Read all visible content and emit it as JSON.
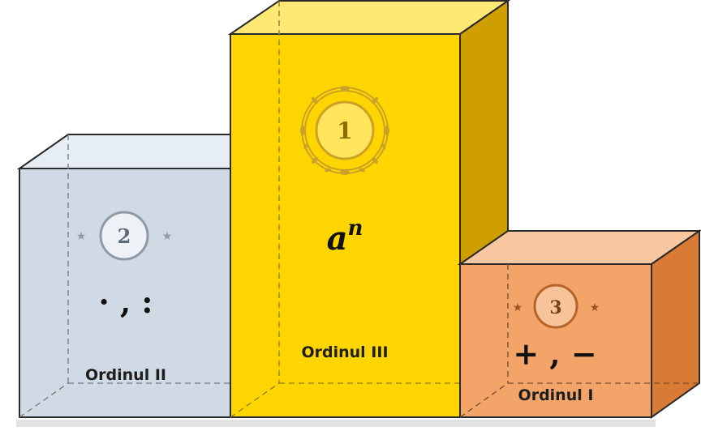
{
  "podium": {
    "first": {
      "rank": "1",
      "symbol_base": "a",
      "symbol_exp": "n",
      "label": "Ordinul III"
    },
    "second": {
      "rank": "2",
      "symbols": "· , :",
      "label": "Ordinul II"
    },
    "third": {
      "rank": "3",
      "symbols": "+ , −",
      "label": "Ordinul I"
    }
  },
  "colors": {
    "first_front": "#ffd500",
    "first_top": "#ffe873",
    "first_side": "#cf9e00",
    "second_front": "#d0dae5",
    "second_top": "#e6edf4",
    "third_front": "#f3a469",
    "third_top": "#f8c7a0",
    "third_side": "#d97a35",
    "medal_gold": "#c9a227",
    "medal_silver": "#8e9aa6",
    "medal_bronze": "#b5652b"
  }
}
